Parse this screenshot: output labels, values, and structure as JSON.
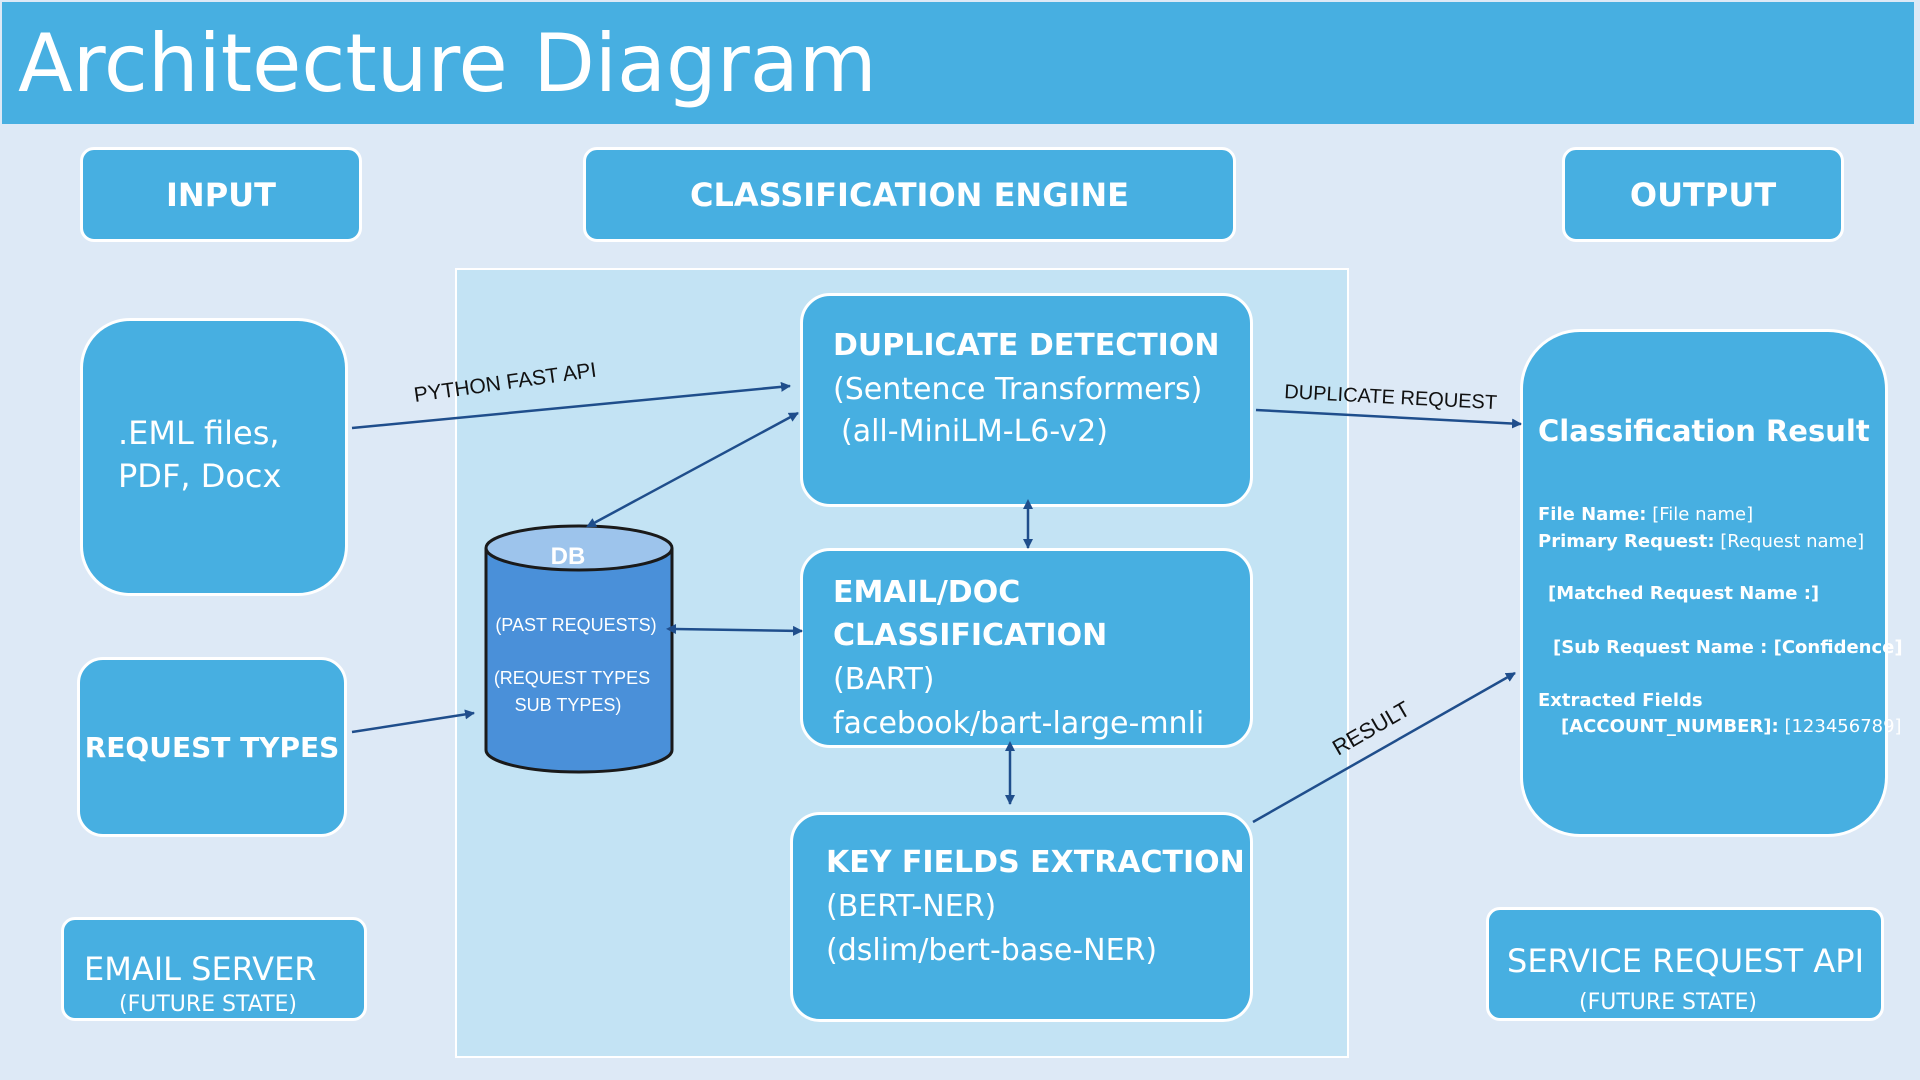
{
  "header": {
    "title": "Architecture Diagram"
  },
  "columns": {
    "input": "INPUT",
    "engine": "CLASSIFICATION ENGINE",
    "output": "OUTPUT"
  },
  "input_files": {
    "line1": ".EML files,",
    "line2": "PDF,  Docx"
  },
  "request_types": "REQUEST TYPES",
  "email_server": {
    "label": "EMAIL SERVER",
    "note": "(FUTURE STATE)"
  },
  "db": {
    "label": "DB",
    "line1": "(PAST REQUESTS)",
    "line2": "(REQUEST TYPES",
    "line3": "SUB TYPES)"
  },
  "duplicate_detection": {
    "title": "DUPLICATE DETECTION",
    "line1": "(Sentence Transformers)",
    "line2": "(all-MiniLM-L6-v2)"
  },
  "classification": {
    "title1": "EMAIL/DOC",
    "title2": "CLASSIFICATION",
    "line1": "(BART)",
    "line2": "facebook/bart-large-mnli"
  },
  "key_fields": {
    "title": "KEY FIELDS EXTRACTION",
    "line1": "(BERT-NER)",
    "line2": "(dslim/bert-base-NER)"
  },
  "result": {
    "title": "Classification Result",
    "file_name_label": "File Name:",
    "file_name_value": " [File name]",
    "primary_label": "Primary Request:",
    "primary_value": " [Request name]",
    "matched": "[Matched Request Name :]",
    "sub": "[Sub Request Name : [Confidence]",
    "extracted": "Extracted Fields",
    "account_label": "[ACCOUNT_NUMBER]:",
    "account_value": " [123456789]"
  },
  "service_api": {
    "label": "SERVICE REQUEST API",
    "note": "(FUTURE STATE)"
  },
  "arrows": {
    "python_api": "PYTHON FAST API",
    "duplicate_request": "DUPLICATE REQUEST",
    "result": "RESULT"
  },
  "colors": {
    "box": "#47afe1",
    "background": "#dde9f6",
    "engine_panel": "#c3e3f4",
    "db": "#4a90d9",
    "db_top": "#9dc4ec",
    "arrow": "#1f4e8c"
  }
}
